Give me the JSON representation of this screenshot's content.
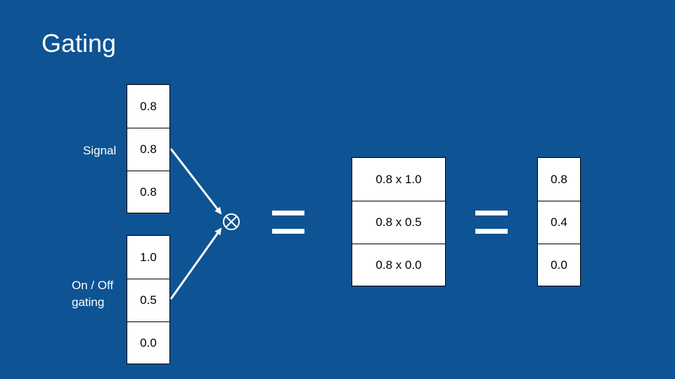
{
  "title": "Gating",
  "labels": {
    "signal": "Signal",
    "gating_line1": "On / Off",
    "gating_line2": "gating"
  },
  "signal_vector": [
    "0.8",
    "0.8",
    "0.8"
  ],
  "gate_vector": [
    "1.0",
    "0.5",
    "0.0"
  ],
  "product_vector": [
    "0.8 x 1.0",
    "0.8 x 0.5",
    "0.8 x 0.0"
  ],
  "result_vector": [
    "0.8",
    "0.4",
    "0.0"
  ],
  "operator_icon": "circled-times-icon",
  "colors": {
    "background": "#0e5393",
    "foreground": "#ffffff",
    "cell": "#ffffff"
  }
}
